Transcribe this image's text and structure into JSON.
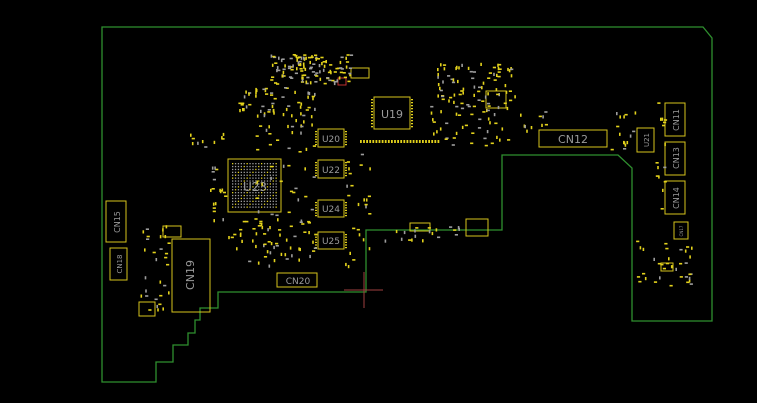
{
  "board": {
    "outline_color": "#2f8f2f",
    "component_color": "#d6c31c",
    "label_color": "#9a9a9a",
    "marker_color": "#c03030",
    "components": {
      "U19": "U19",
      "U20": "U20",
      "U21": "U21",
      "U22": "U22",
      "U23": "U23",
      "U24": "U24",
      "U25": "U25",
      "CN11": "CN11",
      "CN12": "CN12",
      "CN13": "CN13",
      "CN14": "CN14",
      "CN15": "CN15",
      "CN17": "CN17",
      "CN18": "CN18",
      "CN19": "CN19",
      "CN20": "CN20"
    }
  }
}
